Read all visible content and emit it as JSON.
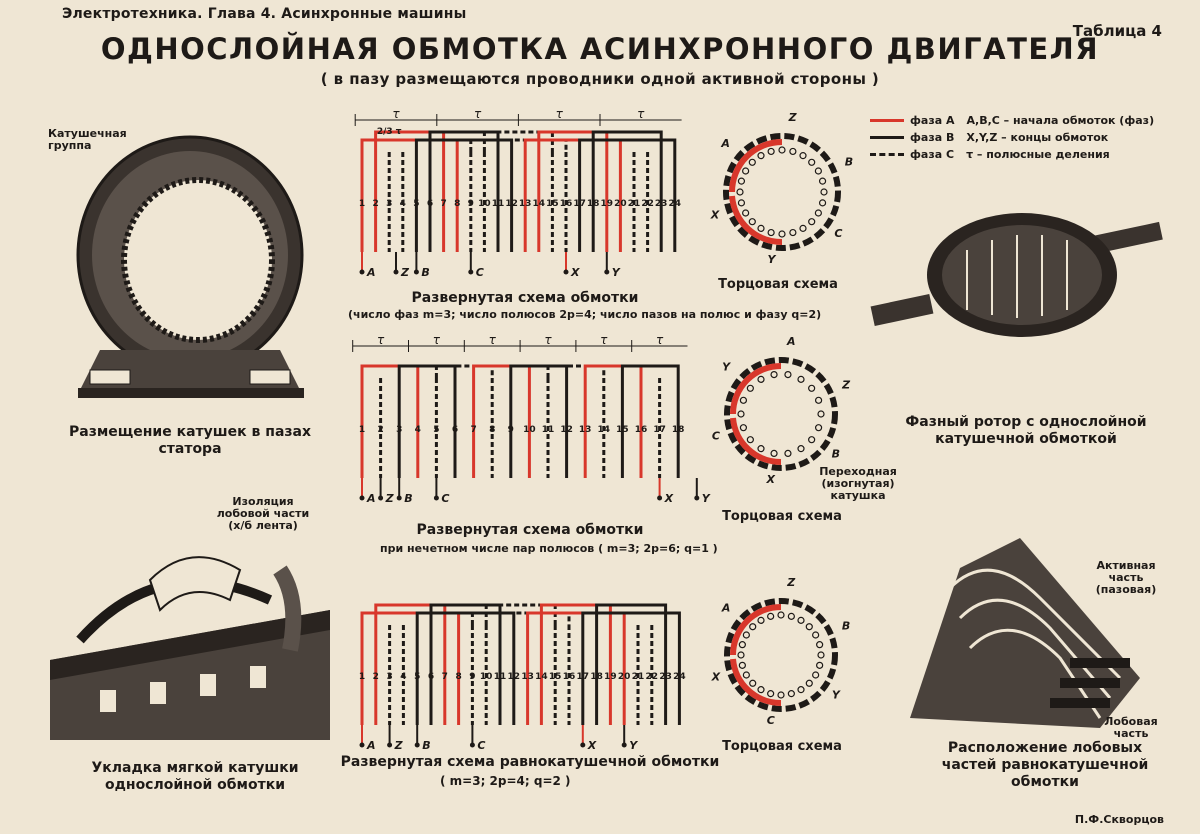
{
  "header": {
    "left": "Электротехника. Глава 4. Асинхронные машины",
    "right": "Таблица 4"
  },
  "title": "ОДНОСЛОЙНАЯ ОБМОТКА АСИНХРОННОГО ДВИГАТЕЛЯ",
  "subtitle": "( в пазу размещаются проводники одной активной стороны )",
  "legend": {
    "phase_a": "фаза А",
    "phase_b": "фаза В",
    "phase_c": "фаза С",
    "starts": "А,В,С – начала обмоток (фаз)",
    "ends": "Х,Y,Z – концы обмоток",
    "pole": "τ – полюсные деления"
  },
  "colors": {
    "red": "#d8372b",
    "black": "#1e1a17",
    "paper": "#efe6d4"
  },
  "labels": {
    "coil_group": "Катушечная группа",
    "stator_caption": "Размещение катушек в пазах статора",
    "insulation": "Изоляция лобовой части (х/б лента)",
    "laying_caption": "Укладка мягкой катушки однослойной обмотки",
    "rotor_caption": "Фазный ротор с однослойной катушечной обмоткой",
    "active_part": "Активная часть (пазовая)",
    "end_part": "Лобовая часть",
    "end_caption": "Расположение лобовых частей равнокатушечной обмотки",
    "transition": "Переходная (изогнутая) катушка",
    "signature": "П.Ф.Скворцов"
  },
  "diagram1": {
    "caption": "Развернутая схема обмотки",
    "params": "(число фаз m=3; число полюсов 2p=4; число пазов на полюс и фазу q=2)",
    "tau": "τ",
    "tau_frac": "2/3 τ",
    "slots": [
      "1",
      "2",
      "3",
      "4",
      "5",
      "6",
      "7",
      "8",
      "9",
      "10",
      "11",
      "12",
      "13",
      "14",
      "15",
      "16",
      "17",
      "18",
      "19",
      "20",
      "21",
      "22",
      "23",
      "24"
    ],
    "terminals": [
      "A",
      "Z",
      "B",
      "C",
      "X",
      "Y"
    ],
    "end_caption": "Торцовая схема"
  },
  "diagram2": {
    "caption": "Развернутая схема обмотки",
    "params": "при нечетном числе пар полюсов ( m=3; 2p=6; q=1 )",
    "tau": "τ",
    "slots": [
      "1",
      "2",
      "3",
      "4",
      "5",
      "6",
      "7",
      "8",
      "9",
      "10",
      "11",
      "12",
      "13",
      "14",
      "15",
      "16",
      "17",
      "18"
    ],
    "terminals": [
      "A",
      "Z",
      "B",
      "C",
      "X",
      "Y"
    ],
    "end_caption": "Торцовая схема"
  },
  "diagram3": {
    "caption": "Развернутая схема равнокатушечной обмотки",
    "params": "( m=3; 2p=4; q=2 )",
    "slots": [
      "1",
      "2",
      "3",
      "4",
      "5",
      "6",
      "7",
      "8",
      "9",
      "10",
      "11",
      "12",
      "13",
      "14",
      "15",
      "16",
      "17",
      "18",
      "19",
      "20",
      "21",
      "22",
      "23",
      "24"
    ],
    "terminals": [
      "A",
      "Z",
      "B",
      "C",
      "X",
      "Y"
    ],
    "end_caption": "Торцовая схема"
  },
  "end1_letters": [
    "A",
    "Z",
    "B",
    "C",
    "Y",
    "X"
  ],
  "end2_letters": [
    "Y",
    "A",
    "Z",
    "B",
    "X",
    "C"
  ],
  "end3_letters": [
    "A",
    "Z",
    "B",
    "Y",
    "C",
    "X"
  ]
}
